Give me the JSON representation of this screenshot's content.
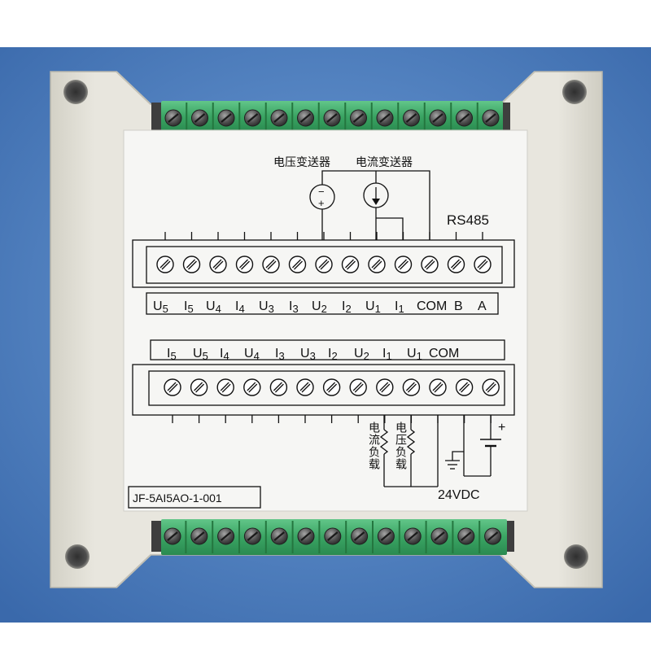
{
  "wiring_label": {
    "voltage_transmitter": "电压变送器",
    "current_transmitter": "电流变送器",
    "voltage_source_minus": "−",
    "voltage_source_plus": "+",
    "rs485": "RS485",
    "top_terminals": [
      {
        "letter": "U",
        "sub": "5"
      },
      {
        "letter": "I",
        "sub": "5"
      },
      {
        "letter": "U",
        "sub": "4"
      },
      {
        "letter": "I",
        "sub": "4"
      },
      {
        "letter": "U",
        "sub": "3"
      },
      {
        "letter": "I",
        "sub": "3"
      },
      {
        "letter": "U",
        "sub": "2"
      },
      {
        "letter": "I",
        "sub": "2"
      },
      {
        "letter": "U",
        "sub": "1"
      },
      {
        "letter": "I",
        "sub": "1"
      },
      {
        "letter": "COM"
      },
      {
        "letter": "B"
      },
      {
        "letter": "A"
      }
    ],
    "bottom_terminals": [
      {
        "letter": "I",
        "sub": "5"
      },
      {
        "letter": "U",
        "sub": "5"
      },
      {
        "letter": "I",
        "sub": "4"
      },
      {
        "letter": "U",
        "sub": "4"
      },
      {
        "letter": "I",
        "sub": "3"
      },
      {
        "letter": "U",
        "sub": "3"
      },
      {
        "letter": "I",
        "sub": "2"
      },
      {
        "letter": "U",
        "sub": "2"
      },
      {
        "letter": "I",
        "sub": "1"
      },
      {
        "letter": "U",
        "sub": "1"
      },
      {
        "letter": "COM"
      }
    ],
    "current_load": "电流负载",
    "voltage_load": "电压负载",
    "battery_plus": "+",
    "power_supply": "24VDC",
    "model_number": "JF-5AI5AO-1-001"
  },
  "colors": {
    "background": "#4f82c2",
    "enclosure": "#e6e4dc",
    "terminal_block": "#3aa463",
    "label": "#f6f6f4"
  }
}
